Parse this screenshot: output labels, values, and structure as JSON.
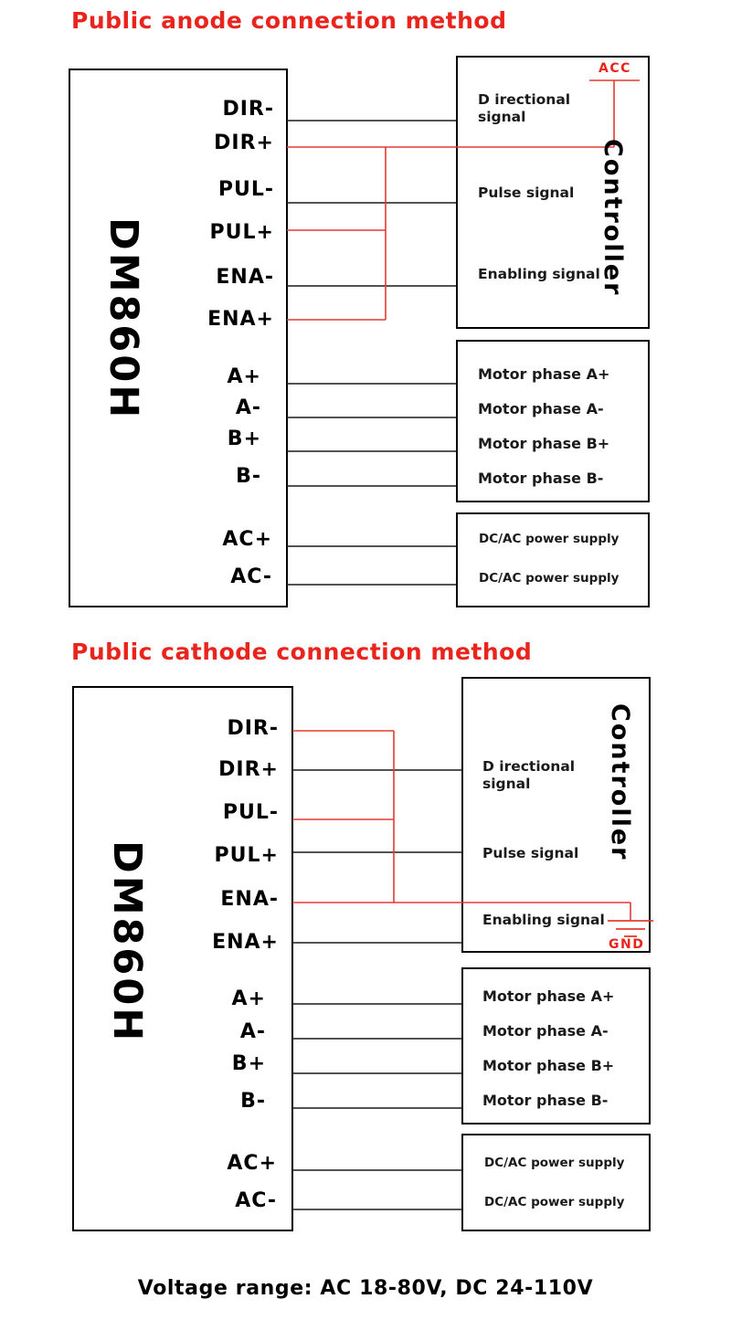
{
  "sections": [
    {
      "title": "Public anode connection method",
      "driver_name": "DM860H",
      "controller_name": "Controller",
      "supply_tag": "ACC",
      "signal_pins": [
        "DIR-",
        "DIR+",
        "PUL-",
        "PUL+",
        "ENA-",
        "ENA+"
      ],
      "motor_pins": [
        "A+",
        "A-",
        "B+",
        "B-"
      ],
      "power_pins": [
        "AC+",
        "AC-"
      ],
      "controller_signals": [
        "D irectional signal",
        "Pulse signal",
        "Enabling signal"
      ],
      "motor_signals": [
        "Motor phase A+",
        "Motor phase A-",
        "Motor phase B+",
        "Motor phase B-"
      ],
      "power_signals": [
        "DC/AC power supply",
        "DC/AC power supply"
      ],
      "common_pins": [
        "DIR+",
        "PUL+",
        "ENA+"
      ]
    },
    {
      "title": "Public cathode connection method",
      "driver_name": "DM860H",
      "controller_name": "Controller",
      "supply_tag": "GND",
      "signal_pins": [
        "DIR-",
        "DIR+",
        "PUL-",
        "PUL+",
        "ENA-",
        "ENA+"
      ],
      "motor_pins": [
        "A+",
        "A-",
        "B+",
        "B-"
      ],
      "power_pins": [
        "AC+",
        "AC-"
      ],
      "controller_signals": [
        "D irectional signal",
        "Pulse signal",
        "Enabling signal"
      ],
      "motor_signals": [
        "Motor phase A+",
        "Motor phase A-",
        "Motor phase B+",
        "Motor phase B-"
      ],
      "power_signals": [
        "DC/AC power supply",
        "DC/AC power supply"
      ],
      "common_pins": [
        "DIR-",
        "PUL-",
        "ENA-"
      ]
    }
  ],
  "footer": "Voltage range: AC 18-80V, DC 24-110V",
  "colors": {
    "title_red": "#e8241c",
    "wire_red": "#e23b34",
    "wire_black": "#1a1a1a",
    "box_border": "#000000",
    "background": "#ffffff"
  }
}
